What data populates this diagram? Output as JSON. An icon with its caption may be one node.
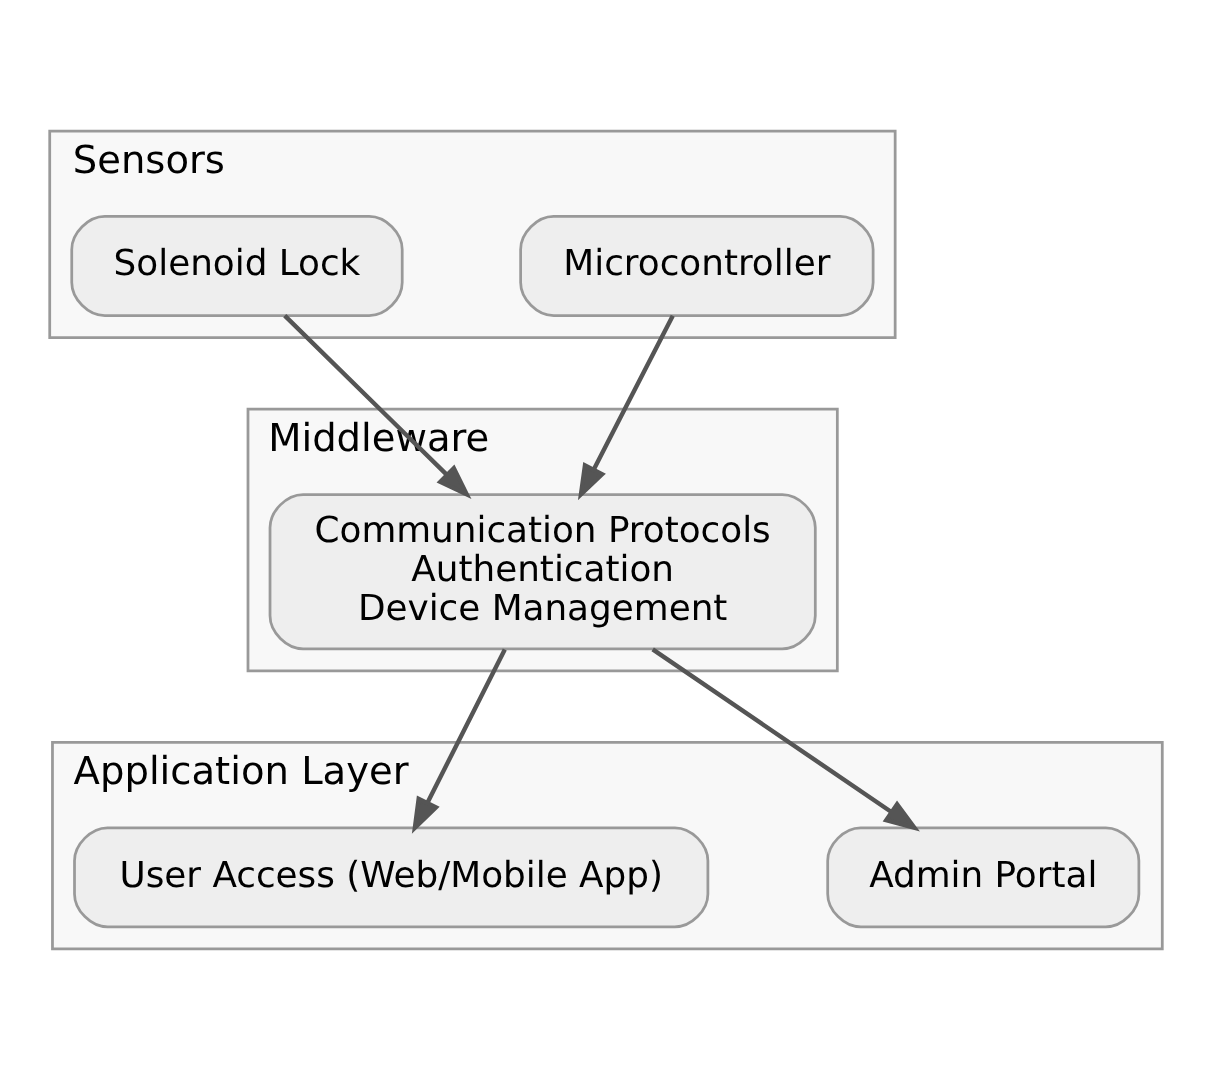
{
  "diagram": {
    "nodes": [
      {
        "text": [
          "Sensors"
        ]
      },
      {
        "text": [
          "Microcontroller"
        ],
        "in": 0
      },
      {
        "text": [
          "Solenoid Lock"
        ],
        "in": 0
      },
      {
        "text": [
          "Middleware"
        ]
      },
      {
        "text": [
          "Communication Protocols",
          "Authentication",
          "Device Management"
        ],
        "in": 3
      },
      {
        "text": [
          "Application Layer"
        ]
      },
      {
        "text": [
          "Admin Portal"
        ],
        "in": 5
      },
      {
        "text": [
          "User Access (Web/Mobile App)"
        ],
        "in": 5
      }
    ],
    "edges": [
      {
        "from": 1,
        "to": 4,
        "arrow": "to"
      },
      {
        "from": 2,
        "to": 4,
        "arrow": "to"
      },
      {
        "from": 4,
        "to": 6,
        "arrow": "to"
      },
      {
        "from": 4,
        "to": 7,
        "arrow": "to"
      }
    ]
  }
}
